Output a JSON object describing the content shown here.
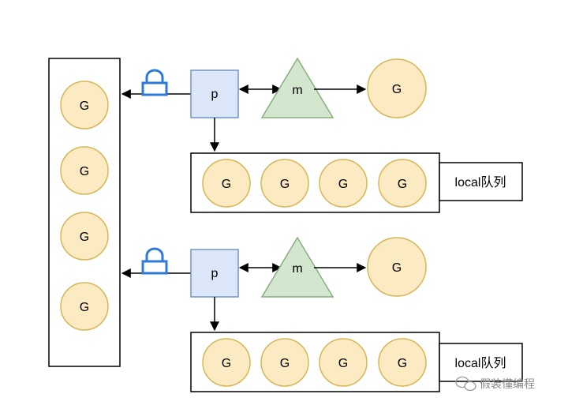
{
  "diagram": {
    "global_queue": {
      "items": [
        "G",
        "G",
        "G",
        "G"
      ]
    },
    "groups": [
      {
        "p_label": "p",
        "m_label": "m",
        "running_g": "G",
        "local_queue": {
          "items": [
            "G",
            "G",
            "G",
            "G"
          ],
          "label": "local队列"
        }
      },
      {
        "p_label": "p",
        "m_label": "m",
        "running_g": "G",
        "local_queue": {
          "items": [
            "G",
            "G",
            "G",
            "G"
          ],
          "label": "local队列"
        }
      }
    ],
    "watermark": "假装懂编程",
    "colors": {
      "goroutine_fill": "#fbeac2",
      "goroutine_stroke": "#d6b655",
      "p_fill": "#dbe7f8",
      "p_stroke": "#7194c6",
      "m_fill": "#d3e7cf",
      "m_stroke": "#88ad7f",
      "lock_color": "#2d7ad8"
    }
  }
}
